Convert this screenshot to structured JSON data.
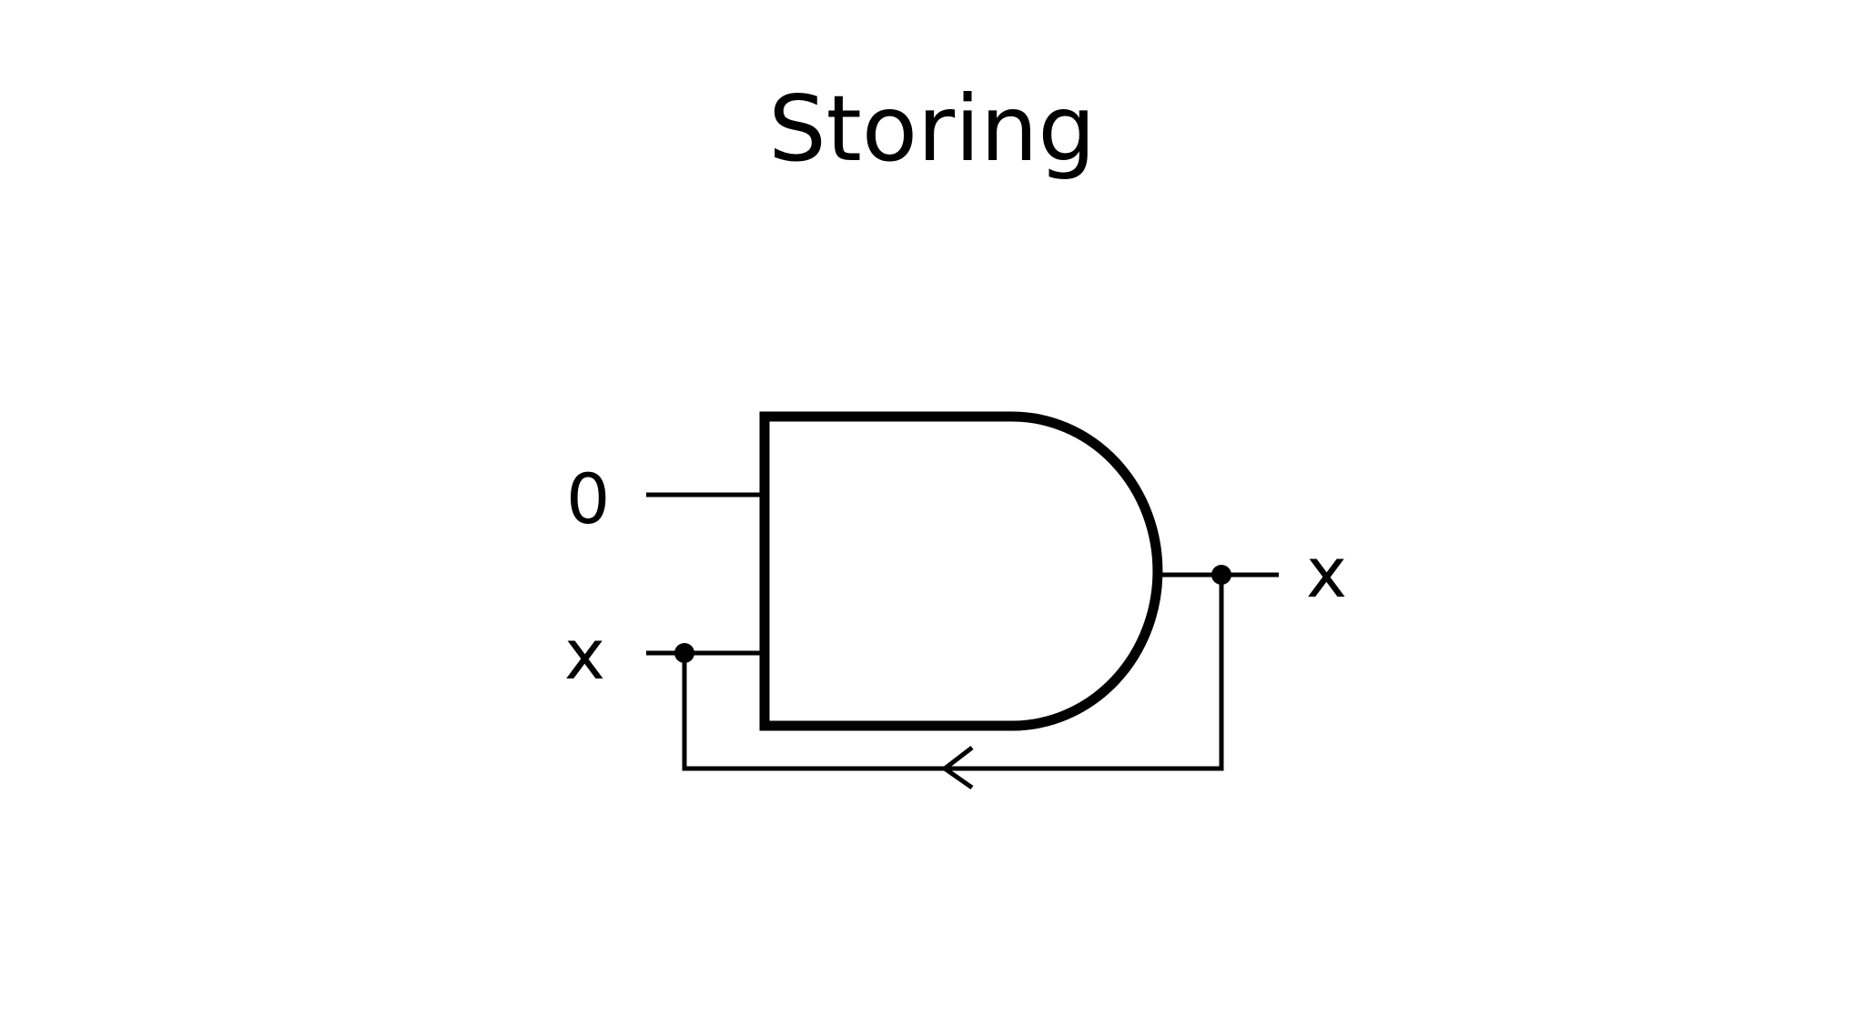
{
  "title": "Storing",
  "inputs": {
    "top_label": "0",
    "bottom_label": "x"
  },
  "output": {
    "label": "x"
  },
  "colors": {
    "ink": "#000000",
    "background": "#ffffff"
  }
}
